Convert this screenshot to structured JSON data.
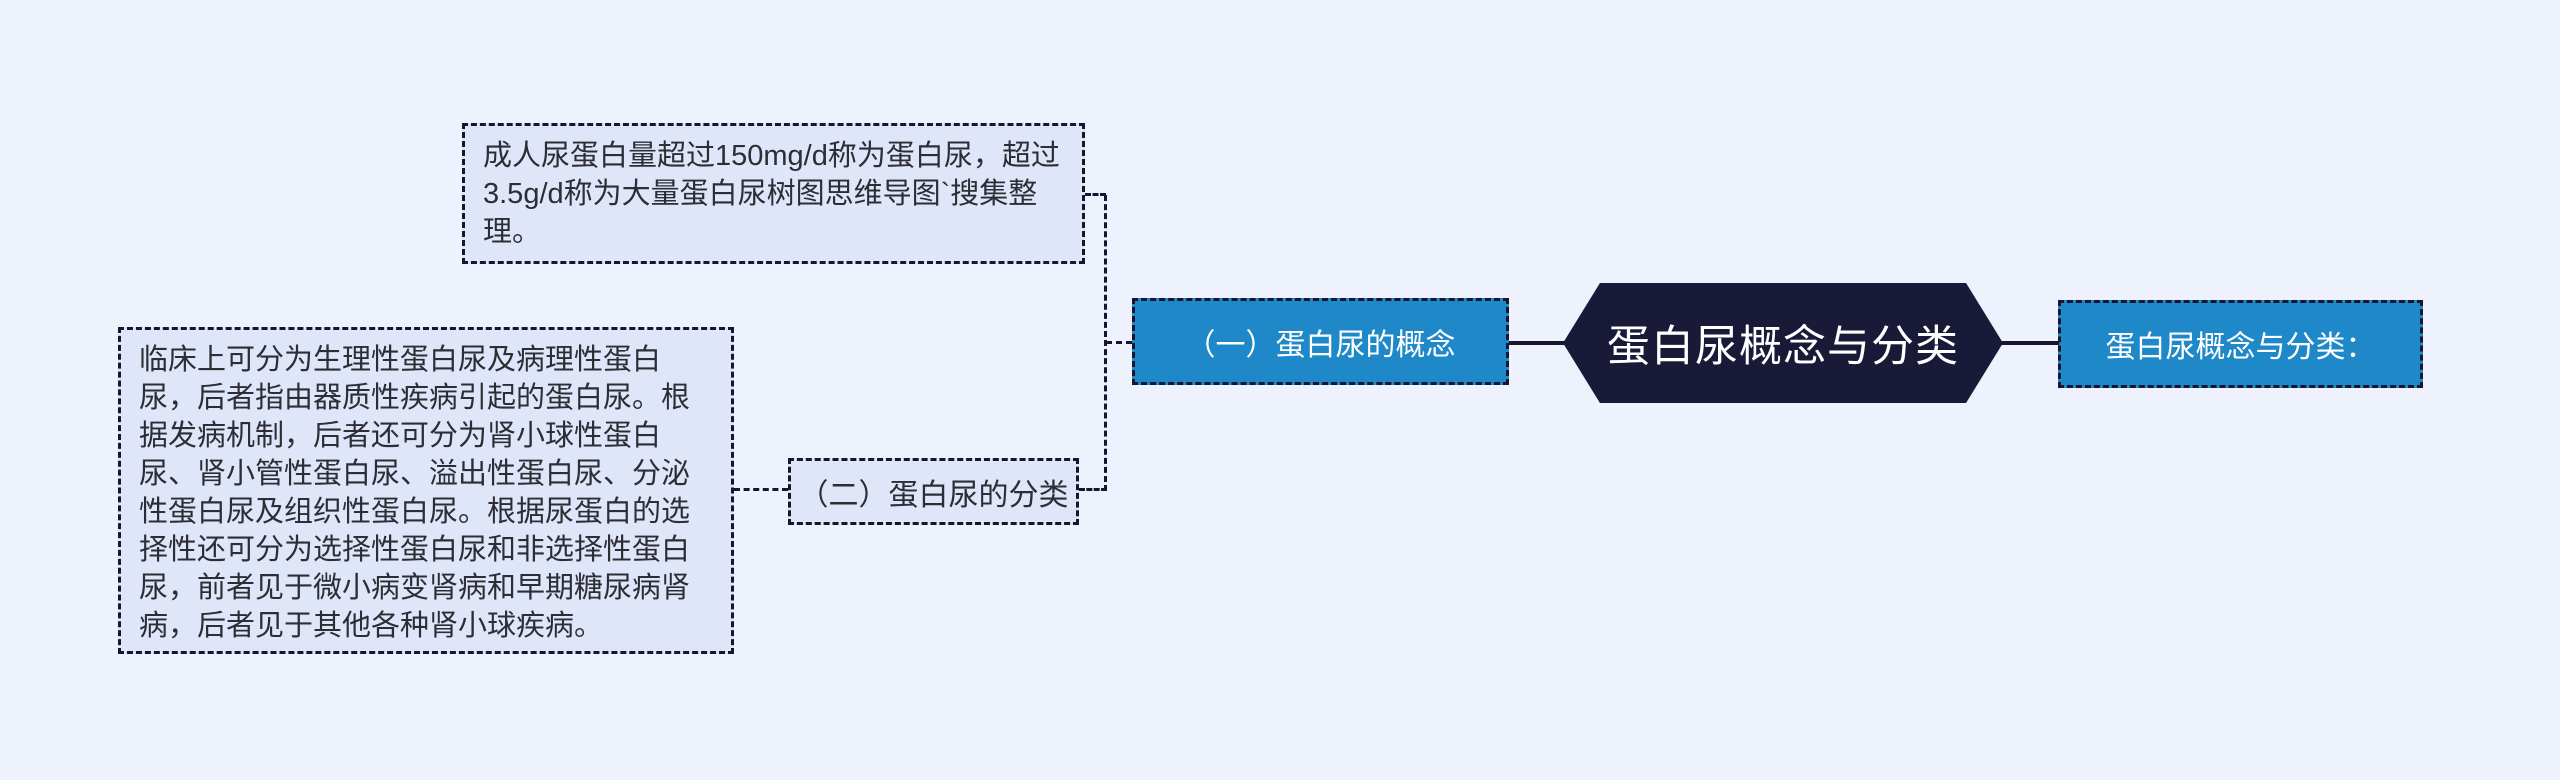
{
  "colors": {
    "bg": "#edf2fc",
    "note_fill": "#dfe6f9",
    "accent_blue": "#1e88c8",
    "dark_navy": "#191938",
    "line_dark": "#16162e",
    "note_text": "#2d2d35",
    "white_text": "#ffffff"
  },
  "nodes": {
    "root": {
      "label": "蛋白尿概念与分类"
    },
    "branch1": {
      "label": "（一）蛋白尿的概念"
    },
    "branch2": {
      "label": "（二）蛋白尿的分类"
    },
    "summary": {
      "label": "蛋白尿概念与分类："
    }
  },
  "notes": {
    "definition": {
      "text": "成人尿蛋白量超过150mg/d称为蛋白尿，超过3.5g/d称为大量蛋白尿树图思维导图`搜集整理。"
    },
    "classification": {
      "text": "临床上可分为生理性蛋白尿及病理性蛋白尿，后者指由器质性疾病引起的蛋白尿。根据发病机制，后者还可分为肾小球性蛋白尿、肾小管性蛋白尿、溢出性蛋白尿、分泌性蛋白尿及组织性蛋白尿。根据尿蛋白的选择性还可分为选择性蛋白尿和非选择性蛋白尿，前者见于微小病变肾病和早期糖尿病肾病，后者见于其他各种肾小球疾病。"
    }
  }
}
